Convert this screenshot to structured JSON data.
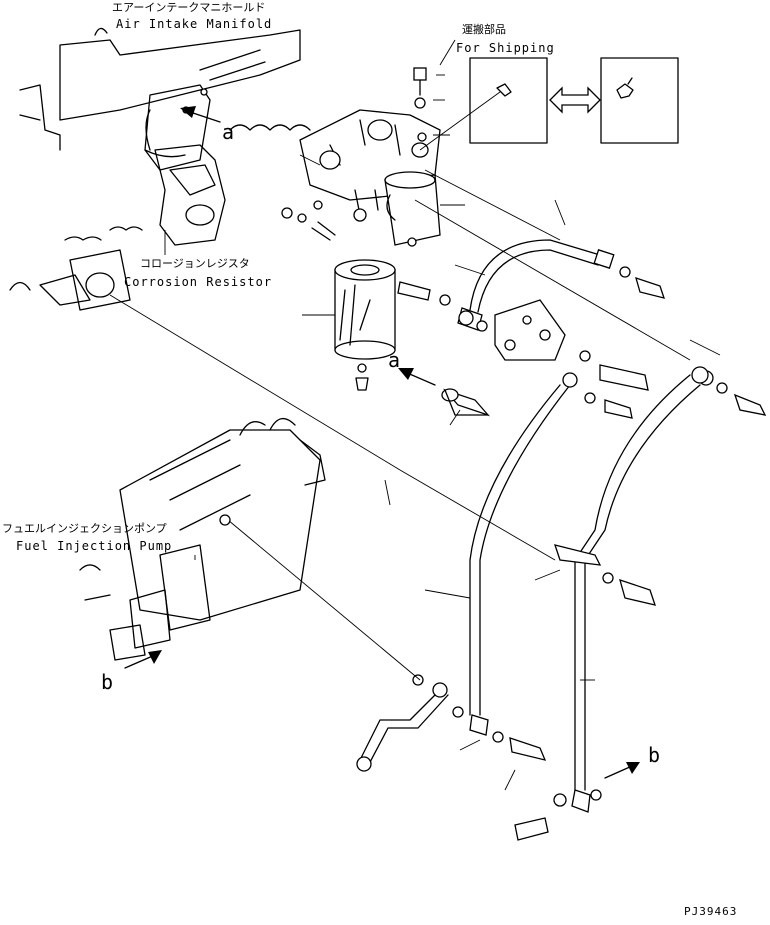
{
  "labels": {
    "air_intake_jp": "エアーインテークマニホールド",
    "air_intake_en": "Air Intake Manifold",
    "shipping_jp": "運搬部品",
    "shipping_en": "For Shipping",
    "corrosion_jp": "コロージョンレジスタ",
    "corrosion_en": "Corrosion Resistor",
    "fuel_pump_jp": "フュエルインジェクションポンプ",
    "fuel_pump_en": "Fuel Injection Pump",
    "ref_a_top": "a",
    "ref_a_mid": "a",
    "ref_b_left": "b",
    "ref_b_right": "b",
    "drawing_number": "PJ39463"
  }
}
